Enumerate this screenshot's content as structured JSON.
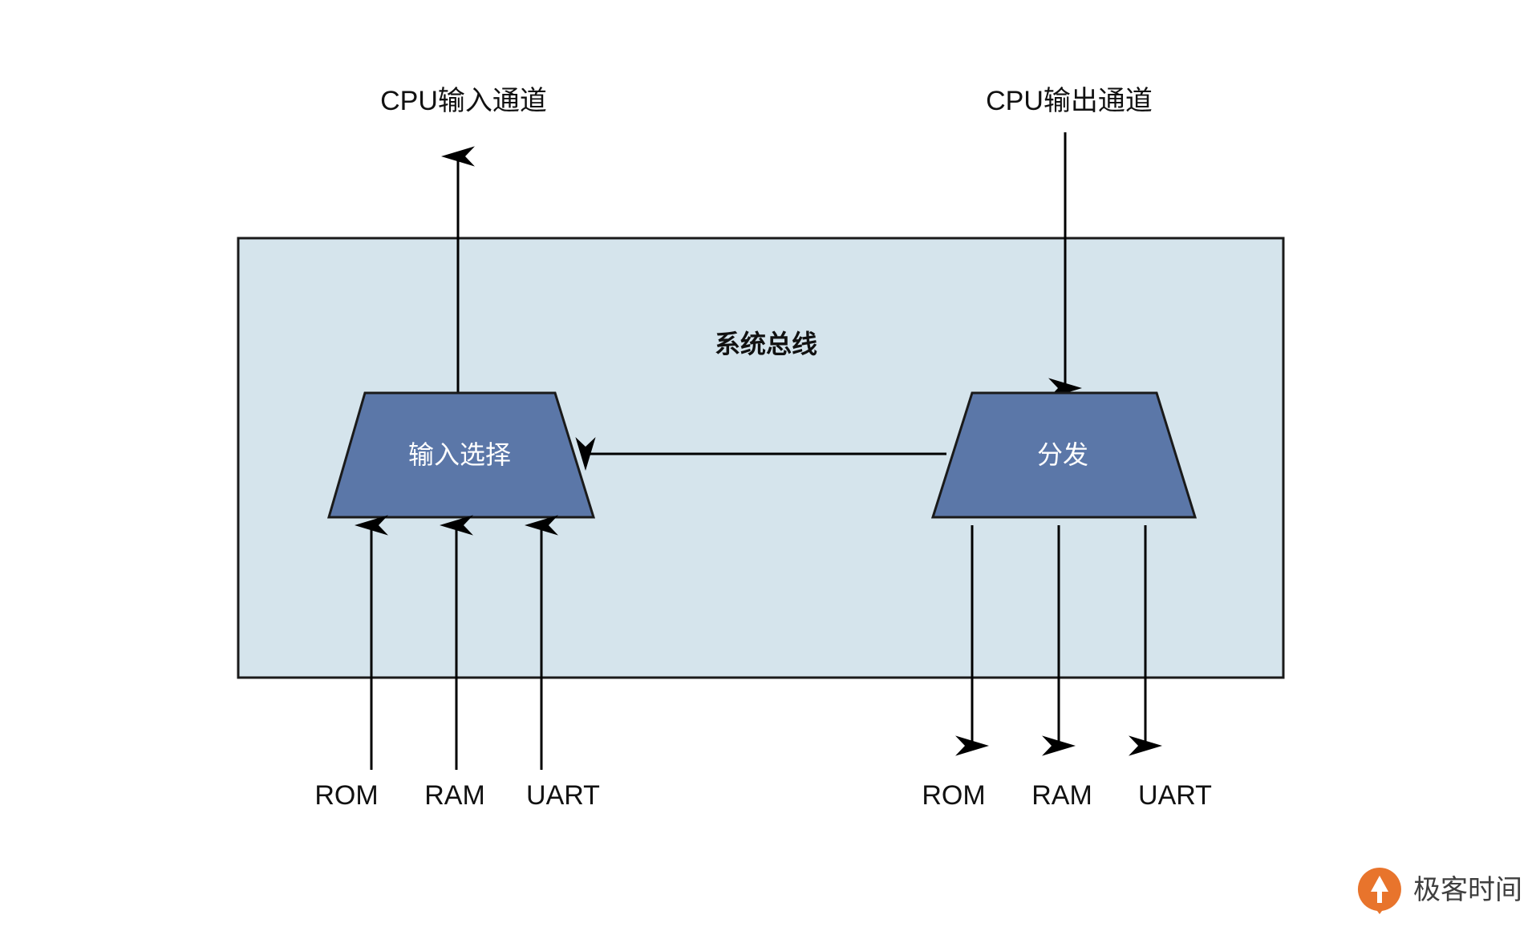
{
  "diagram": {
    "title_top_left": "CPU输入通道",
    "title_top_right": "CPU输出通道",
    "bus_label": "系统总线",
    "mux_label": "输入选择",
    "demux_label": "分发",
    "left_sources": [
      "ROM",
      "RAM",
      "UART"
    ],
    "right_targets": [
      "ROM",
      "RAM",
      "UART"
    ],
    "colors": {
      "bus_fill": "#d5e4ec",
      "bus_stroke": "#1a1a1a",
      "shape_fill": "#5b77a8",
      "shape_stroke": "#1a1a1a",
      "arrow": "#000000",
      "text": "#111111",
      "shape_text": "#ffffff",
      "watermark": "#e8742c",
      "background": "#ffffff"
    }
  },
  "watermark": {
    "brand": "极客时间",
    "logo_icon": "geektime-drop-logo-icon"
  }
}
